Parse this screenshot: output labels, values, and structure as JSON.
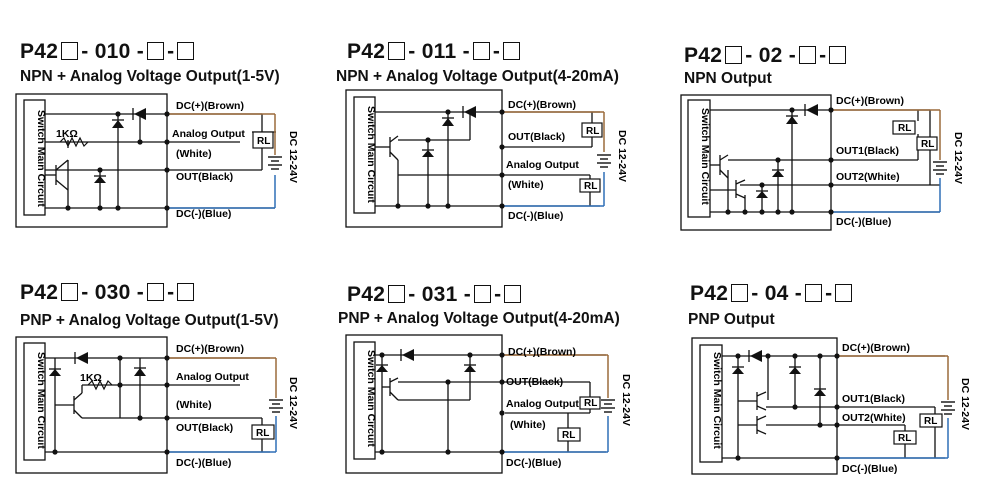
{
  "panels": [
    {
      "model": {
        "prefix": "P42",
        "code": "- 010 -",
        "sep": "-"
      },
      "subtitle": "NPN + Analog Voltage Output(1-5V)",
      "switch_main_circuit": "Switch Main Circuit",
      "resistor": "1KΩ",
      "labels": {
        "dc_plus": "DC(+)(Brown)",
        "analog": "Analog Output",
        "white": "(White)",
        "out": "OUT(Black)",
        "dc_minus": "DC(-)(Blue)"
      },
      "rl": "RL",
      "supply": "DC 12-24V"
    },
    {
      "model": {
        "prefix": "P42",
        "code": "- 011 -",
        "sep": "-"
      },
      "subtitle": "NPN + Analog Voltage Output(4-20mA)",
      "switch_main_circuit": "Switch Main Circuit",
      "labels": {
        "dc_plus": "DC(+)(Brown)",
        "out": "OUT(Black)",
        "analog": "Analog Output",
        "white": "(White)",
        "dc_minus": "DC(-)(Blue)"
      },
      "rl": "RL",
      "supply": "DC 12-24V"
    },
    {
      "model": {
        "prefix": "P42",
        "code": "- 02 -",
        "sep": "-"
      },
      "subtitle": "NPN Output",
      "switch_main_circuit": "Switch Main Circuit",
      "labels": {
        "dc_plus": "DC(+)(Brown)",
        "out1": "OUT1(Black)",
        "out2": "OUT2(White)",
        "dc_minus": "DC(-)(Blue)"
      },
      "rl": "RL",
      "supply": "DC 12-24V"
    },
    {
      "model": {
        "prefix": "P42",
        "code": "- 030 -",
        "sep": "-"
      },
      "subtitle": "PNP + Analog Voltage Output(1-5V)",
      "switch_main_circuit": "Switch Main Circuit",
      "resistor": "1KΩ",
      "labels": {
        "dc_plus": "DC(+)(Brown)",
        "analog": "Analog Output",
        "white": "(White)",
        "out": "OUT(Black)",
        "dc_minus": "DC(-)(Blue)"
      },
      "rl": "RL",
      "supply": "DC 12-24V"
    },
    {
      "model": {
        "prefix": "P42",
        "code": "- 031 -",
        "sep": "-"
      },
      "subtitle": "PNP + Analog Voltage Output(4-20mA)",
      "switch_main_circuit": "Switch Main Circuit",
      "labels": {
        "dc_plus": "DC(+)(Brown)",
        "out": "OUT(Black)",
        "analog": "Analog Output",
        "white": "(White)",
        "dc_minus": "DC(-)(Blue)"
      },
      "rl": "RL",
      "supply": "DC 12-24V"
    },
    {
      "model": {
        "prefix": "P42",
        "code": "- 04 -",
        "sep": "-"
      },
      "subtitle": "PNP Output",
      "switch_main_circuit": "Switch Main Circuit",
      "labels": {
        "dc_plus": "DC(+)(Brown)",
        "out1": "OUT1(Black)",
        "out2": "OUT2(White)",
        "dc_minus": "DC(-)(Blue)"
      },
      "rl": "RL",
      "supply": "DC 12-24V"
    }
  ],
  "colors": {
    "brown_wire": "#9b6a3a",
    "blue_wire": "#2f6fb7",
    "line": "#111111"
  }
}
